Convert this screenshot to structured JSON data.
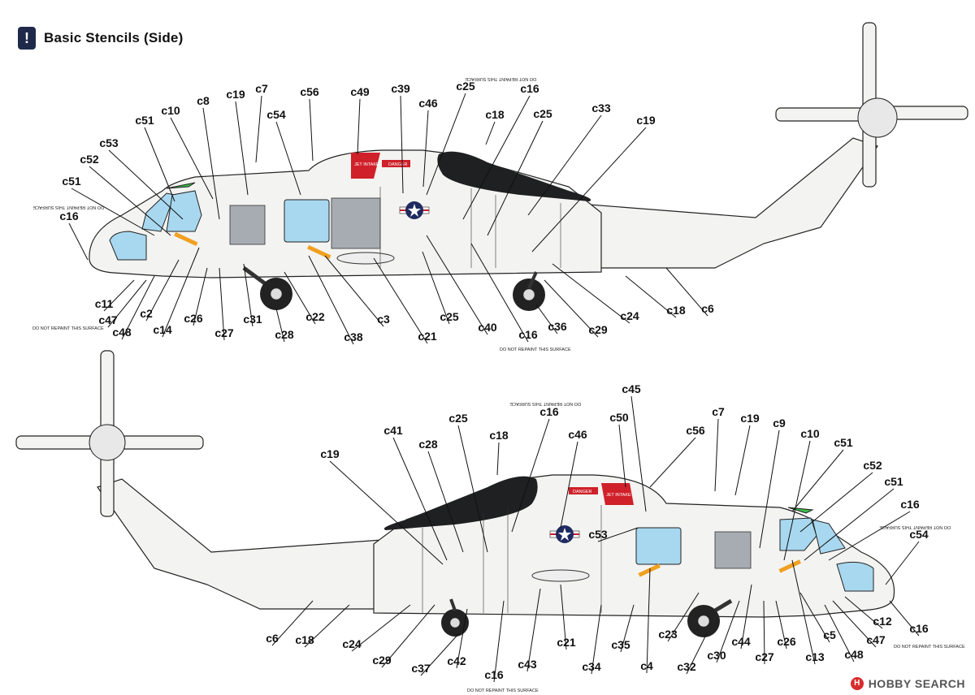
{
  "header": {
    "badge": "!",
    "title": "Basic Stencils (Side)"
  },
  "colors": {
    "badge_bg": "#1f2a4a",
    "glass": "#a8d8ef",
    "panel_grey": "#a7acb3",
    "danger_red": "#d0202a",
    "stencil_yellow": "#f0a020",
    "canopy_green": "#3dbb4a",
    "dark_paint": "#1e2021"
  },
  "stencils": {
    "do_not_repaint": "DO NOT REPAINT THIS SURFACE",
    "danger": "DANGER",
    "jet_intake": "JET INTAKE"
  },
  "top_labels": [
    "c51",
    "c10",
    "c8",
    "c19",
    "c7",
    "c56",
    "c49",
    "c39",
    "c25",
    "c16",
    "c18",
    "c25",
    "c33",
    "c19",
    "c46",
    "c54",
    "c53",
    "c52",
    "c51",
    "c16",
    "c11",
    "c47",
    "c48",
    "c2",
    "c14",
    "c26",
    "c27",
    "c31",
    "c28",
    "c22",
    "c38",
    "c3",
    "c21",
    "c25",
    "c40",
    "c16",
    "c36",
    "c29",
    "c24",
    "c18",
    "c6"
  ],
  "bottom_labels": [
    "c19",
    "c41",
    "c28",
    "c25",
    "c18",
    "c16",
    "c46",
    "c45",
    "c50",
    "c7",
    "c19",
    "c9",
    "c10",
    "c51",
    "c56",
    "c53",
    "c52",
    "c51",
    "c16",
    "c54",
    "c6",
    "c18",
    "c24",
    "c29",
    "c37",
    "c42",
    "c16",
    "c43",
    "c21",
    "c34",
    "c35",
    "c4",
    "c23",
    "c32",
    "c30",
    "c44",
    "c27",
    "c26",
    "c13",
    "c5",
    "c48",
    "c47",
    "c12",
    "c16"
  ],
  "watermark": {
    "logo": "H",
    "text": "HOBBY SEARCH"
  }
}
